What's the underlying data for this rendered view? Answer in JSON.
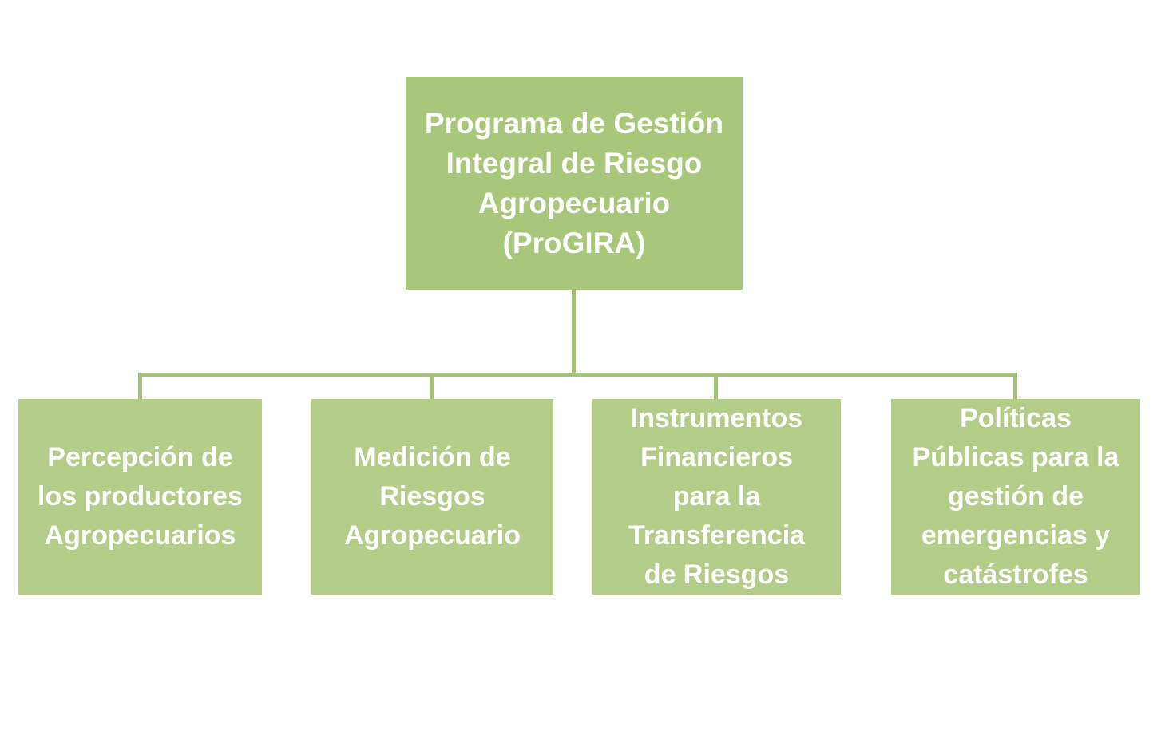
{
  "diagram": {
    "root": {
      "label": "Programa de Gestión\nIntegral de Riesgo\nAgropecuario\n(ProGIRA)"
    },
    "children": [
      {
        "label": "Percepción de\nlos productores\nAgropecuarios"
      },
      {
        "label": "Medición de\nRiesgos\nAgropecuario"
      },
      {
        "label": "Instrumentos\nFinancieros\npara la\nTransferencia\nde Riesgos"
      },
      {
        "label": "Políticas\nPúblicas para la\ngestión de\nemergencias y\ncatástrofes"
      }
    ],
    "colors": {
      "root_fill": "#a9c77b",
      "child_fill": "#b3cc87",
      "connector": "#a5c378",
      "text": "#ffffff",
      "background": "#ffffff"
    }
  }
}
